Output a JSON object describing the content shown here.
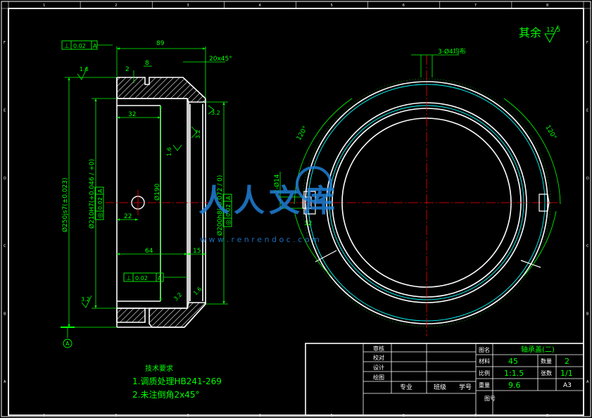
{
  "colors": {
    "background": "#000000",
    "outline": "#ffffff",
    "dimension": "#00ff00",
    "centerline": "#ff0000",
    "construction": "#00ffff",
    "hatch": "#ffffff",
    "watermark": "#1f7fd6"
  },
  "border": {
    "zone_numbers": [
      "1",
      "2",
      "3",
      "4",
      "5",
      "6",
      "7",
      "8"
    ],
    "zone_letters": [
      "A",
      "B",
      "C",
      "D",
      "E",
      "F"
    ]
  },
  "surface_finish": {
    "label": "其余",
    "value": "12.5"
  },
  "section_view": {
    "dims": {
      "overall_length": "89",
      "chamfer": "20x45°",
      "groove_depth": "2",
      "groove_width": "8",
      "bore_step": "32",
      "hole_center": "22",
      "body_length": "64",
      "shoulder_width": "15",
      "diam_outer": "Ø250js7(±0.023)",
      "diam_bore": "Ø210H7(+0.046 / +0)",
      "diam_mid": "Ø190",
      "diam_shoulder": "Ø200h8(-0.072 / 0)"
    },
    "roughness": {
      "r1": "1.6",
      "r2": "3.2",
      "r3": "1.6",
      "r4": "3.2",
      "r5": "3.2",
      "r6": "3.2",
      "r7": "1.6"
    },
    "tolerances": {
      "flatness_top": {
        "symbol": "⊥",
        "value": "0.02",
        "datum": "A"
      },
      "coaxial_bore": {
        "symbol": "◎",
        "value": "0.02",
        "datum": "A"
      },
      "coaxial_shoulder": {
        "symbol": "◎",
        "value": "0.02",
        "datum": "A"
      },
      "perp_bottom": {
        "symbol": "⊥",
        "value": "0.02",
        "datum": "A"
      }
    },
    "datum": "A"
  },
  "front_view": {
    "dims": {
      "holes": "3-Ø4均布",
      "slot": "2-Ø14",
      "angle_left": "120°",
      "angle_right": "120°",
      "slot_small": "12"
    }
  },
  "tech_requirements": {
    "title": "技术要求",
    "items": [
      "1.调质处理HB241-269",
      "2.未注倒角2x45°"
    ]
  },
  "watermark": {
    "text": "人人文库",
    "url": "w w w . r e n r e n d o c . c o m"
  },
  "title_block": {
    "left_labels": [
      "审核",
      "校对",
      "设计",
      "绘图"
    ],
    "school_labels": [
      "专业",
      "班级",
      "学号"
    ],
    "part_label": "图名",
    "part_name": "轴承盖(二)",
    "material_label": "材料",
    "material_value": "45",
    "qty_label": "数量",
    "qty_value": "2",
    "scale_label": "比例",
    "scale_value": "1:1.5",
    "sheets_label": "张数",
    "sheets_value": "1/1",
    "mass_label": "重量",
    "mass_value": "9.6",
    "format_value": "A3",
    "drawing_no_label": "图号"
  }
}
